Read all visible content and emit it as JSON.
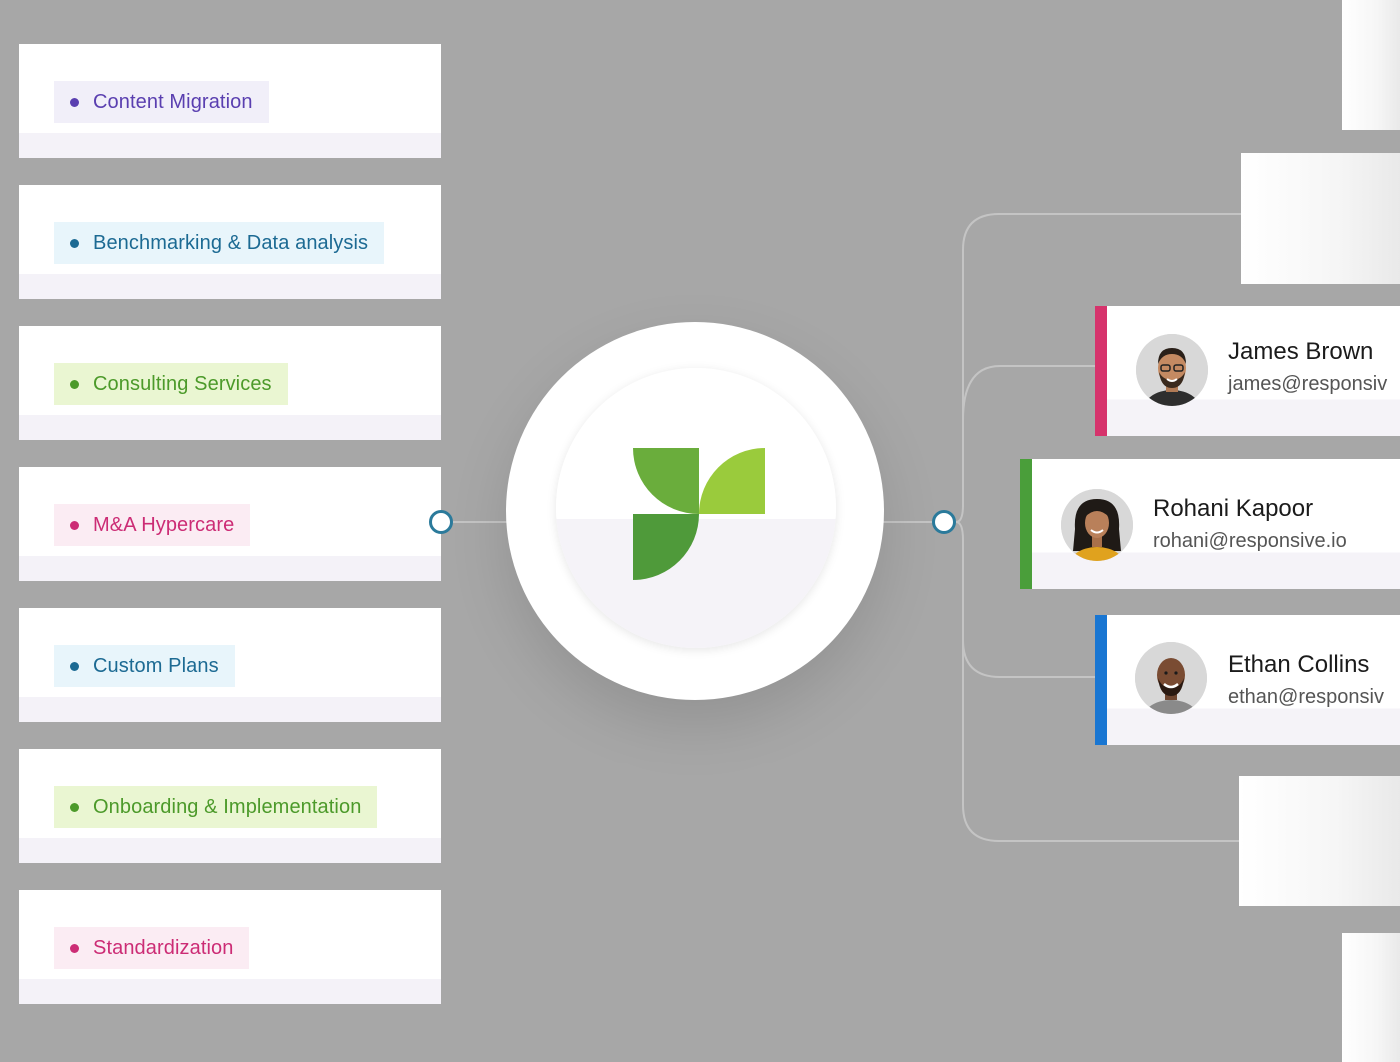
{
  "services": [
    {
      "label": "Content Migration",
      "color": "purple"
    },
    {
      "label": "Benchmarking & Data analysis",
      "color": "blue"
    },
    {
      "label": "Consulting Services",
      "color": "green"
    },
    {
      "label": "M&A Hypercare",
      "color": "pink"
    },
    {
      "label": "Custom Plans",
      "color": "blue"
    },
    {
      "label": "Onboarding & Implementation",
      "color": "green"
    },
    {
      "label": "Standardization",
      "color": "pink"
    }
  ],
  "hub": {
    "logo_icon": "responsive-leaf-logo-icon"
  },
  "people": [
    {
      "name": "James Brown",
      "email": "james@responsiv",
      "accent": "#d6336c",
      "avatar_icon": "avatar-james-icon"
    },
    {
      "name": "Rohani Kapoor",
      "email": "rohani@responsive.io",
      "accent": "#4a9e3a",
      "avatar_icon": "avatar-rohani-icon"
    },
    {
      "name": "Ethan Collins",
      "email": "ethan@responsiv",
      "accent": "#1976d2",
      "avatar_icon": "avatar-ethan-icon"
    }
  ],
  "colors": {
    "background": "#a7a7a7",
    "connector": "#2b7a9b",
    "logo_green_dark": "#4f9a3a",
    "logo_green_mid": "#6aad3c",
    "logo_green_light": "#9acb3c"
  }
}
